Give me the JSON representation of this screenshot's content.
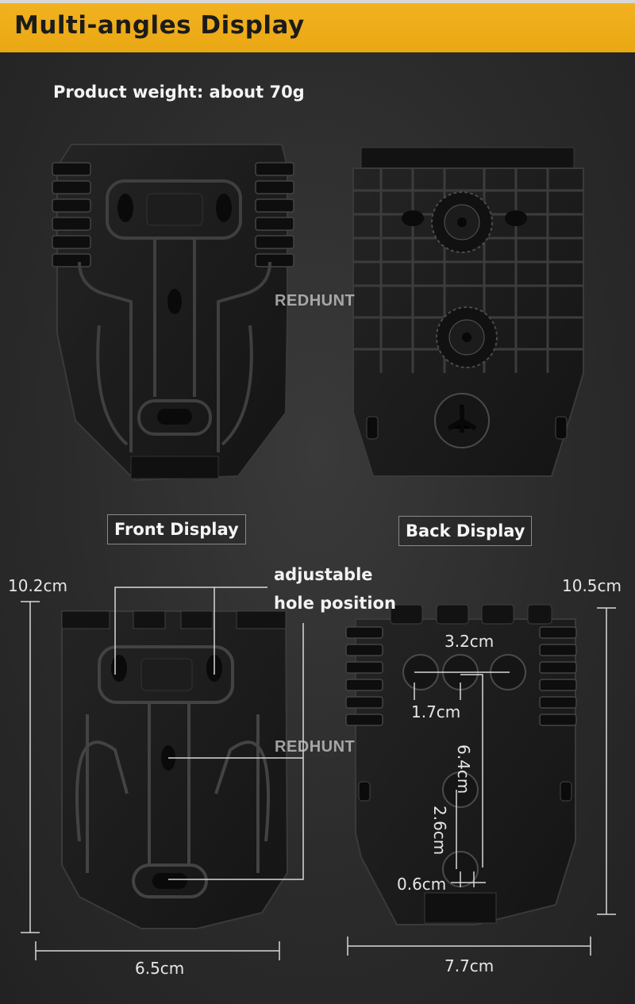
{
  "header": {
    "title": "Multi-angles Display"
  },
  "product": {
    "weight": "Product weight: about 70g"
  },
  "captions": {
    "front": "Front Display",
    "back": "Back Display"
  },
  "watermark": "REDHUNT",
  "annotation": {
    "line1": "adjustable",
    "line2": "hole position"
  },
  "dimensions": {
    "front_height": "10.2cm",
    "back_height": "10.5cm",
    "front_width": "6.5cm",
    "back_width": "7.7cm",
    "hole_span": "3.2cm",
    "hole_spacing": "1.7cm",
    "vertical_distance": "6.4cm",
    "lower_spacing": "2.6cm",
    "small_offset": "0.6cm"
  },
  "colors": {
    "accent": "#EFAE1A",
    "background": "#2E2E2E",
    "part": "#161616"
  }
}
